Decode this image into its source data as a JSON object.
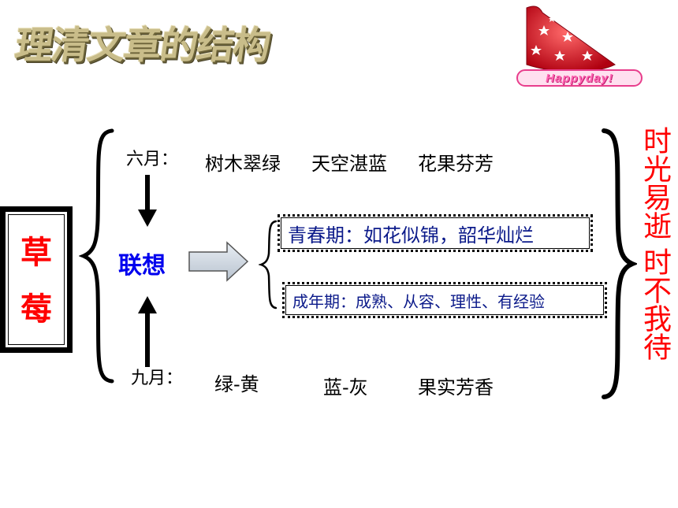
{
  "title": "理清文章的结构",
  "badge": {
    "text": "Happyday!",
    "colors": {
      "hat": "#e0202a",
      "text": "#ff66b3"
    }
  },
  "main_box": {
    "text": "草莓"
  },
  "june": {
    "label": "六月：",
    "items": [
      "树木翠绿",
      "天空湛蓝",
      "花果芬芳"
    ]
  },
  "september": {
    "label": "九月：",
    "items": [
      "绿-黄",
      "蓝-灰",
      "果实芳香"
    ]
  },
  "association": "联想",
  "youth": "青春期：如花似锦，韶华灿烂",
  "adult": "成年期：成熟、从容、理性、有经验",
  "conclusion": {
    "line1": "时光易逝",
    "line2": "时不我待"
  }
}
